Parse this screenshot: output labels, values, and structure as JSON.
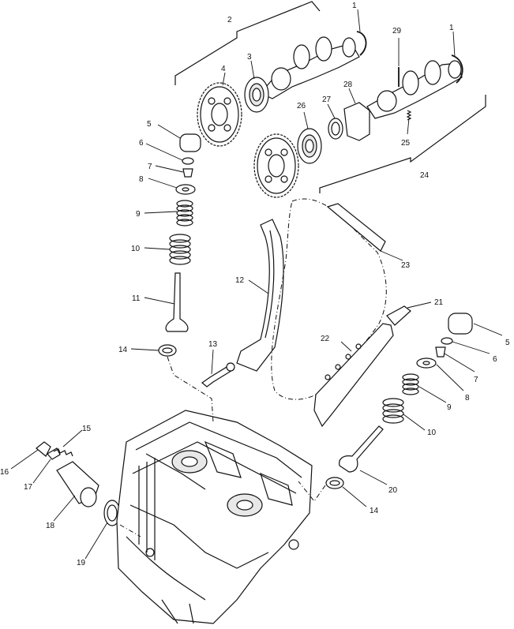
{
  "callouts": [
    {
      "id": "c1a",
      "text": "1"
    },
    {
      "id": "c1b",
      "text": "1"
    },
    {
      "id": "c2",
      "text": "2"
    },
    {
      "id": "c3",
      "text": "3"
    },
    {
      "id": "c4",
      "text": "4"
    },
    {
      "id": "c5a",
      "text": "5"
    },
    {
      "id": "c5b",
      "text": "5"
    },
    {
      "id": "c6a",
      "text": "6"
    },
    {
      "id": "c6b",
      "text": "6"
    },
    {
      "id": "c7a",
      "text": "7"
    },
    {
      "id": "c7b",
      "text": "7"
    },
    {
      "id": "c8a",
      "text": "8"
    },
    {
      "id": "c8b",
      "text": "8"
    },
    {
      "id": "c9a",
      "text": "9"
    },
    {
      "id": "c9b",
      "text": "9"
    },
    {
      "id": "c10a",
      "text": "10"
    },
    {
      "id": "c10b",
      "text": "10"
    },
    {
      "id": "c11",
      "text": "11"
    },
    {
      "id": "c12",
      "text": "12"
    },
    {
      "id": "c13",
      "text": "13"
    },
    {
      "id": "c14a",
      "text": "14"
    },
    {
      "id": "c14b",
      "text": "14"
    },
    {
      "id": "c15",
      "text": "15"
    },
    {
      "id": "c16",
      "text": "16"
    },
    {
      "id": "c17",
      "text": "17"
    },
    {
      "id": "c18",
      "text": "18"
    },
    {
      "id": "c19",
      "text": "19"
    },
    {
      "id": "c20",
      "text": "20"
    },
    {
      "id": "c21",
      "text": "21"
    },
    {
      "id": "c22",
      "text": "22"
    },
    {
      "id": "c23",
      "text": "23"
    },
    {
      "id": "c24",
      "text": "24"
    },
    {
      "id": "c25",
      "text": "25"
    },
    {
      "id": "c26",
      "text": "26"
    },
    {
      "id": "c27",
      "text": "27"
    },
    {
      "id": "c28",
      "text": "28"
    },
    {
      "id": "c29",
      "text": "29"
    }
  ]
}
